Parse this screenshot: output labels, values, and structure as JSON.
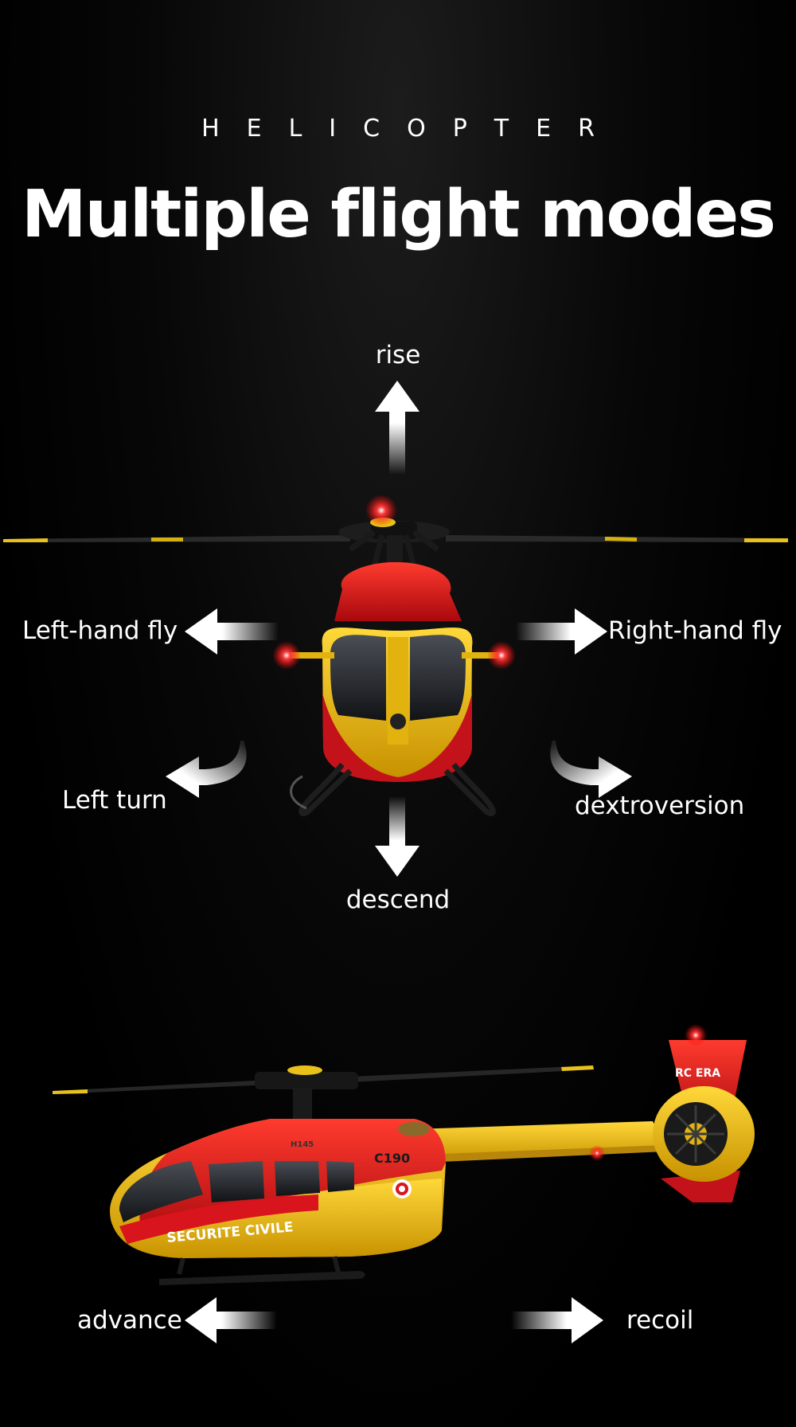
{
  "header": {
    "kicker": "HELICOPTER",
    "title": "Multiple flight modes"
  },
  "modes": {
    "rise": "rise",
    "left_hand_fly": "Left-hand fly",
    "right_hand_fly": "Right-hand fly",
    "left_turn": "Left turn",
    "dextroversion": "dextroversion",
    "descend": "descend",
    "advance": "advance",
    "recoil": "recoil"
  },
  "side_helicopter": {
    "fin_brand": "RC ERA",
    "model_code": "C190",
    "type_code": "H145",
    "livery_text": "SECURITE CIVILE"
  },
  "colors": {
    "background": "#000000",
    "text": "#ffffff",
    "livery_red": "#d8141c",
    "livery_yellow": "#f2c318"
  }
}
